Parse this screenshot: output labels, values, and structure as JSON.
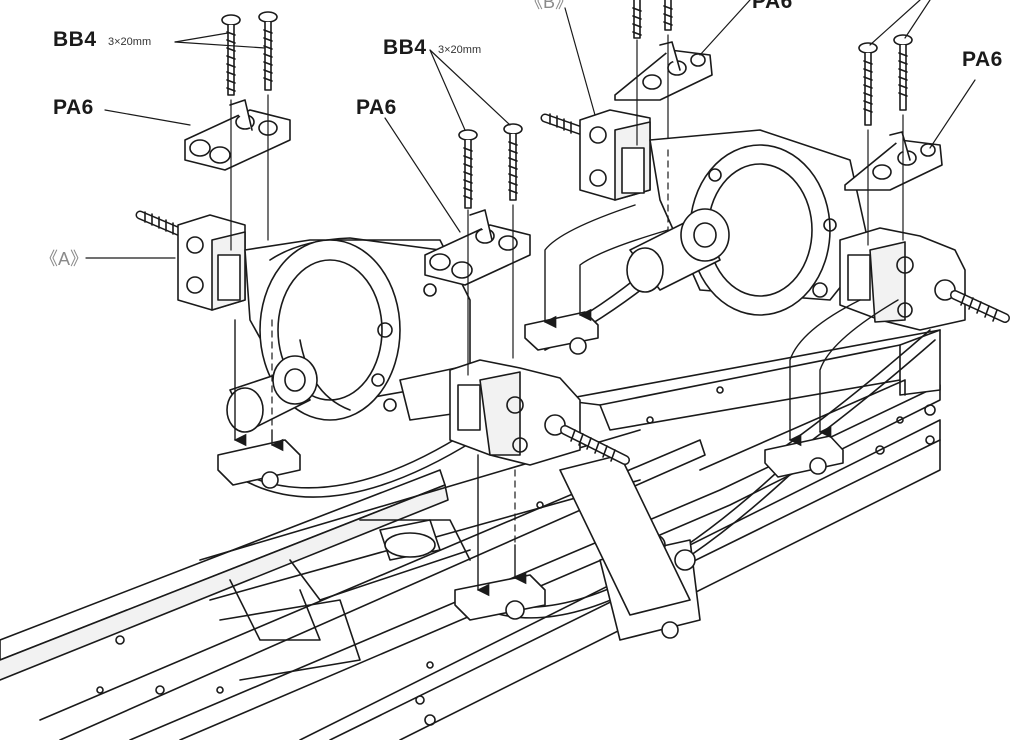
{
  "labels": {
    "bb4": "BB4",
    "bb4_size": "3×20mm",
    "pa6": "PA6",
    "sub_a": "《A》",
    "sub_b": "《B》"
  },
  "colors": {
    "line": "#1a1a1a",
    "fill": "#ffffff",
    "light": "#f2f2f2",
    "shade": "#d9d9d9",
    "subassembly_label": "#8a8a8a"
  },
  "icons": [
    "screw-icon",
    "arrow-down-icon"
  ]
}
